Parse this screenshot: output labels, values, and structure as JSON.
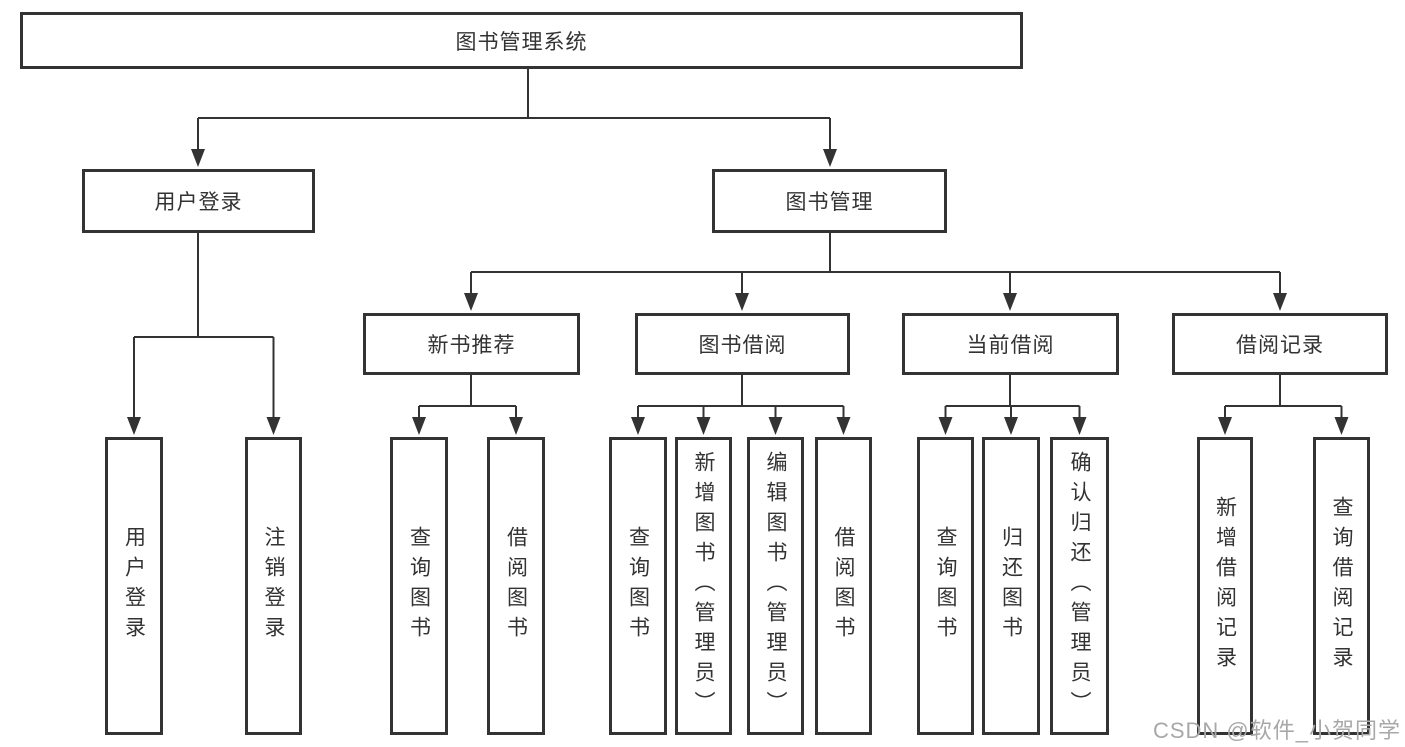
{
  "watermark": "CSDN @软件_小贺同学",
  "colors": {
    "line": "#333333",
    "box_border": "#333333",
    "text": "#333333",
    "background": "#ffffff",
    "watermark": "#a8a8a8"
  },
  "diagram": {
    "type": "hierarchy-tree",
    "root": {
      "label": "图书管理系统"
    },
    "level2": {
      "user_login": {
        "label": "用户登录",
        "parent": "图书管理系统"
      },
      "book_management": {
        "label": "图书管理",
        "parent": "图书管理系统"
      }
    },
    "level3": {
      "new_book_recommend": {
        "label": "新书推荐",
        "parent": "图书管理"
      },
      "book_borrowing": {
        "label": "图书借阅",
        "parent": "图书管理"
      },
      "current_borrowing": {
        "label": "当前借阅",
        "parent": "图书管理"
      },
      "borrowing_records": {
        "label": "借阅记录",
        "parent": "图书管理"
      }
    },
    "leaves": {
      "user_login_leaf": {
        "label": "用户登录",
        "parent": "用户登录"
      },
      "logout": {
        "label": "注销登录",
        "parent": "用户登录"
      },
      "query_books_recommend": {
        "label": "查询图书",
        "parent": "新书推荐"
      },
      "borrow_books_recommend": {
        "label": "借阅图书",
        "parent": "新书推荐"
      },
      "query_books_borrowing": {
        "label": "查询图书",
        "parent": "图书借阅"
      },
      "add_books_admin": {
        "label": "新增图书（管理员）",
        "parent": "图书借阅"
      },
      "edit_books_admin": {
        "label": "编辑图书（管理员）",
        "parent": "图书借阅"
      },
      "borrow_books_borrowing": {
        "label": "借阅图书",
        "parent": "图书借阅"
      },
      "query_books_current": {
        "label": "查询图书",
        "parent": "当前借阅"
      },
      "return_books": {
        "label": "归还图书",
        "parent": "当前借阅"
      },
      "confirm_return_admin": {
        "label": "确认归还（管理员）",
        "parent": "当前借阅"
      },
      "add_borrow_record": {
        "label": "新增借阅记录",
        "parent": "借阅记录"
      },
      "query_borrow_record": {
        "label": "查询借阅记录",
        "parent": "借阅记录"
      }
    }
  }
}
